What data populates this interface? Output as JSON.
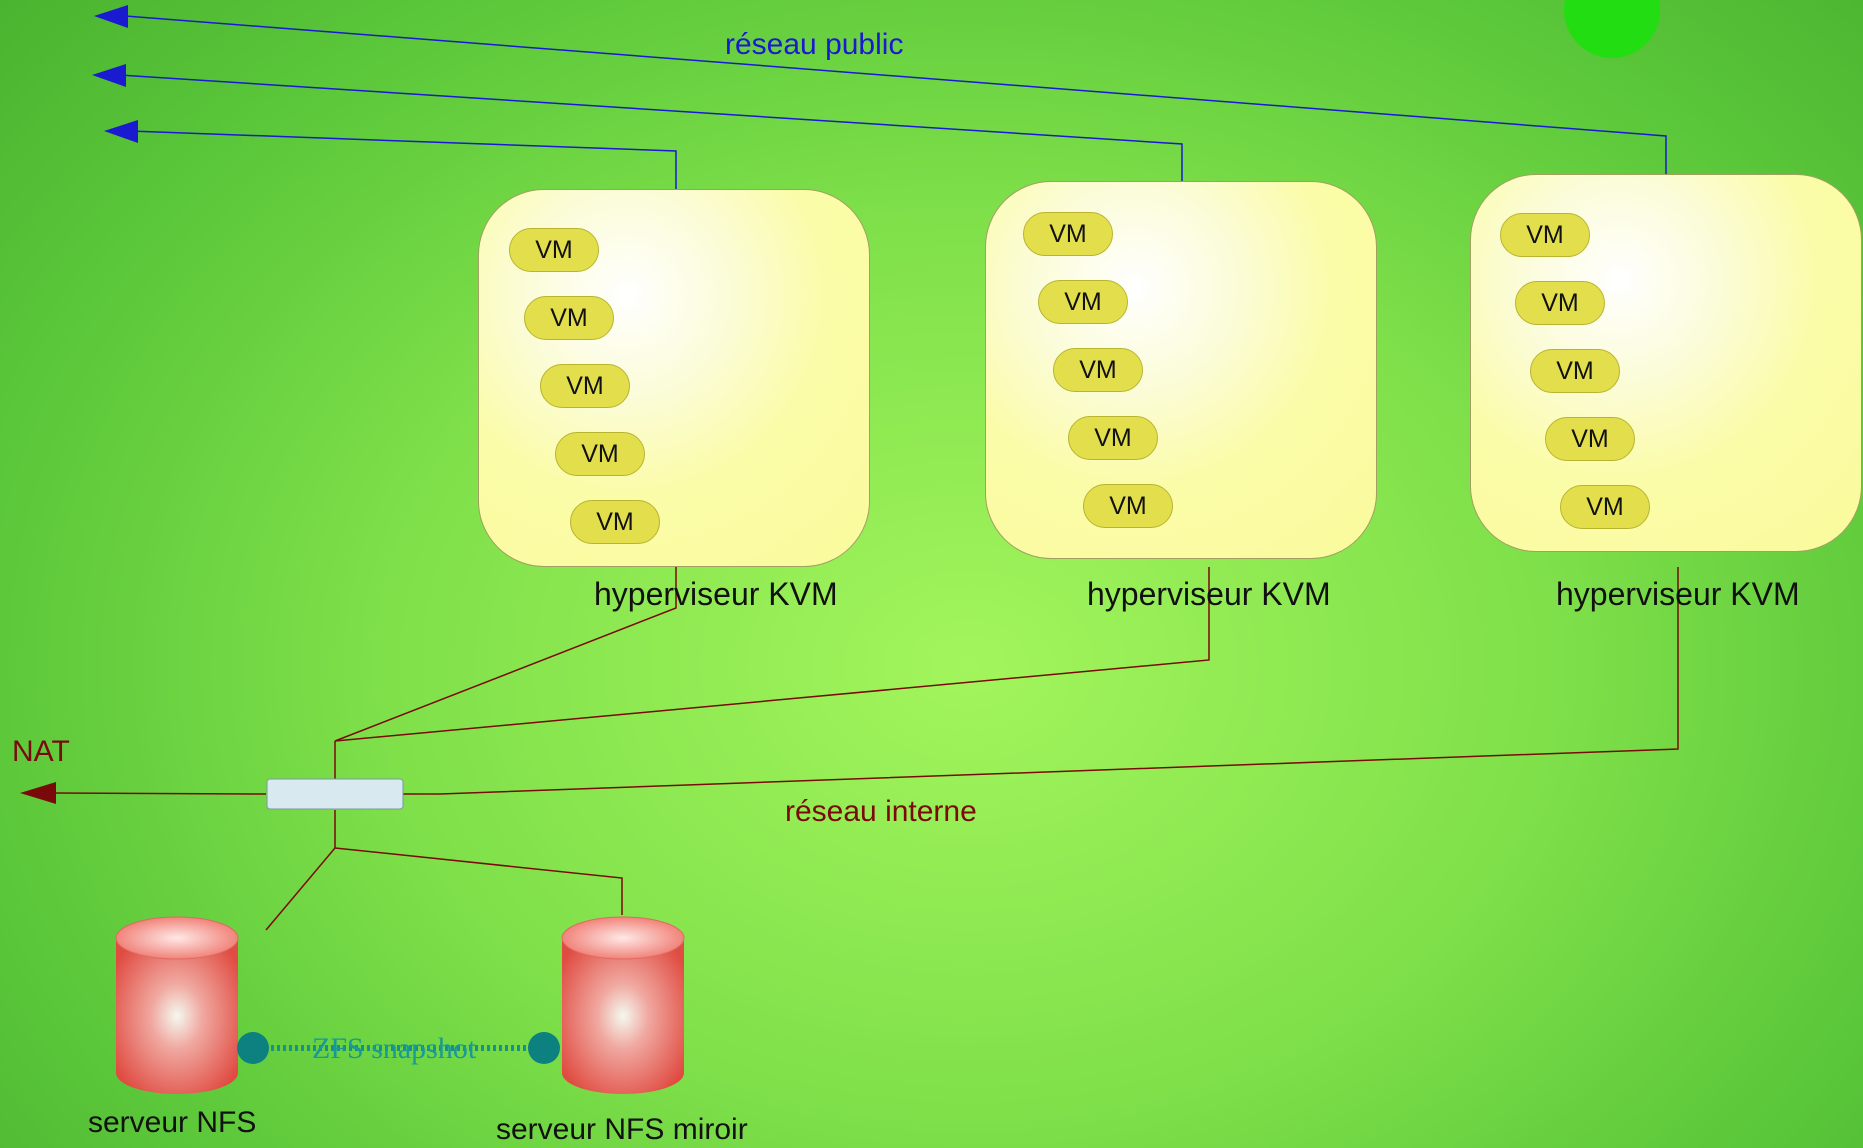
{
  "colors": {
    "public_network": "#1a1ad0",
    "internal_network": "#7a0a0a",
    "zfs_link": "#1a8f8c",
    "vm_fill": "#e3df4c",
    "hypervisor_fill": "#fafa9c",
    "storage_fill": "#e85a50"
  },
  "labels": {
    "public_network": "réseau public",
    "internal_network": "réseau interne",
    "nat": "NAT",
    "zfs_snapshot": "ZFS snapshot"
  },
  "hypervisors": [
    {
      "label": "hyperviseur KVM",
      "vms": [
        "VM",
        "VM",
        "VM",
        "VM",
        "VM"
      ]
    },
    {
      "label": "hyperviseur KVM",
      "vms": [
        "VM",
        "VM",
        "VM",
        "VM",
        "VM"
      ]
    },
    {
      "label": "hyperviseur KVM",
      "vms": [
        "VM",
        "VM",
        "VM",
        "VM",
        "VM"
      ]
    }
  ],
  "storage": [
    {
      "label": "serveur NFS"
    },
    {
      "label": "serveur NFS miroir"
    }
  ],
  "icons": [
    "arrow-left-icon",
    "network-switch-icon",
    "database-cylinder-icon",
    "status-dot-icon"
  ]
}
